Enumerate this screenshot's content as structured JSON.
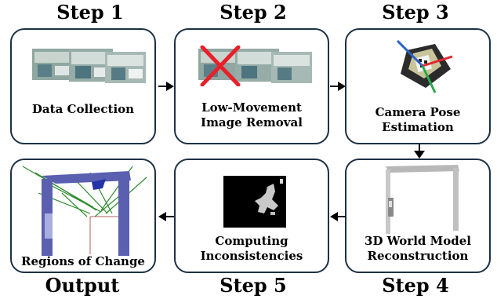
{
  "steps": [
    {
      "title": "Step 1",
      "caption": "Data Collection"
    },
    {
      "title": "Step 2",
      "caption_line1": "Low-Movement",
      "caption_line2": "Image Removal"
    },
    {
      "title": "Step 3",
      "caption_line1": "Camera Pose",
      "caption_line2": "Estimation"
    },
    {
      "title": "Step 4",
      "caption_line1": "3D World Model",
      "caption_line2": "Reconstruction"
    },
    {
      "title": "Step 5",
      "caption_line1": "Computing",
      "caption_line2": "Inconsistencies"
    },
    {
      "title": "Output",
      "caption": "Regions of Change"
    }
  ],
  "colors": {
    "box_border": "#1d3144",
    "cross": "#e8202a",
    "axis_x": "#e3262d",
    "axis_y": "#2aa84a",
    "axis_z": "#2a62c9",
    "model_frame": "#5a5fb0",
    "rays": "#2f8a2f"
  },
  "icons": [
    "right-arrow-icon",
    "down-arrow-icon",
    "left-arrow-icon",
    "red-x-icon"
  ]
}
